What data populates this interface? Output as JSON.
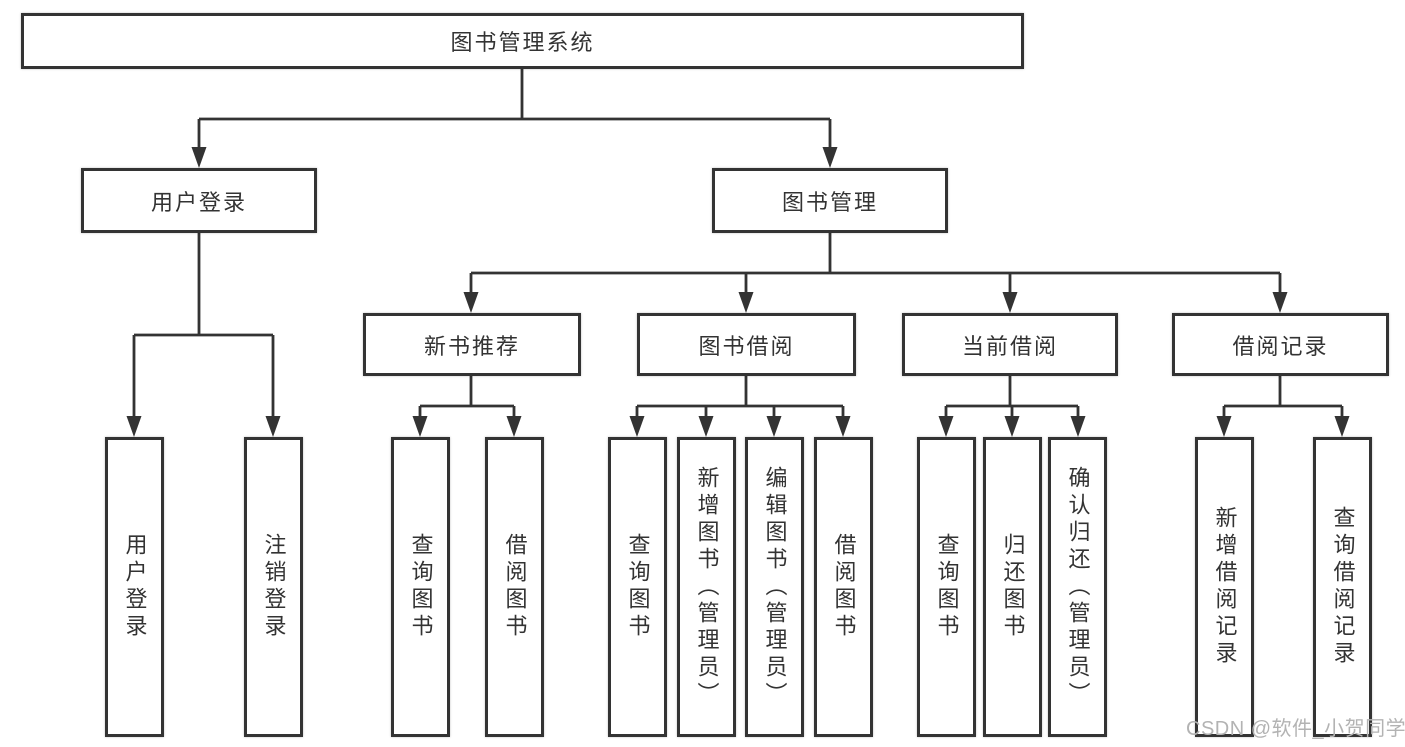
{
  "hierarchy": {
    "label": "图书管理系统",
    "children": [
      {
        "label": "用户登录",
        "children": [
          {
            "label": "用户登录"
          },
          {
            "label": "注销登录"
          }
        ]
      },
      {
        "label": "图书管理",
        "children": [
          {
            "label": "新书推荐",
            "children": [
              {
                "label": "查询图书"
              },
              {
                "label": "借阅图书"
              }
            ]
          },
          {
            "label": "图书借阅",
            "children": [
              {
                "label": "查询图书"
              },
              {
                "label": "新增图书（管理员）"
              },
              {
                "label": "编辑图书（管理员）"
              },
              {
                "label": "借阅图书"
              }
            ]
          },
          {
            "label": "当前借阅",
            "children": [
              {
                "label": "查询图书"
              },
              {
                "label": "归还图书"
              },
              {
                "label": "确认归还（管理员）"
              }
            ]
          },
          {
            "label": "借阅记录",
            "children": [
              {
                "label": "新增借阅记录"
              },
              {
                "label": "查询借阅记录"
              }
            ]
          }
        ]
      }
    ]
  },
  "watermark": {
    "text": "CSDN @软件_小贺同学"
  },
  "colors": {
    "line": "#333333",
    "box_border": "#333333",
    "box_fill": "#ffffff",
    "text": "#333333",
    "watermark": "#b3b3b3",
    "background": "#ffffff"
  }
}
